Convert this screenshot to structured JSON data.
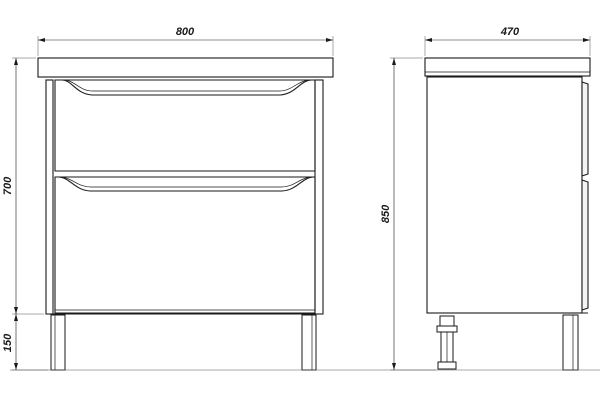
{
  "dimensions": {
    "front_width": "800",
    "side_depth": "470",
    "front_body_height": "700",
    "leg_height": "150",
    "side_total_height": "850"
  },
  "colors": {
    "line": "#1a1a1a",
    "background": "#ffffff"
  }
}
